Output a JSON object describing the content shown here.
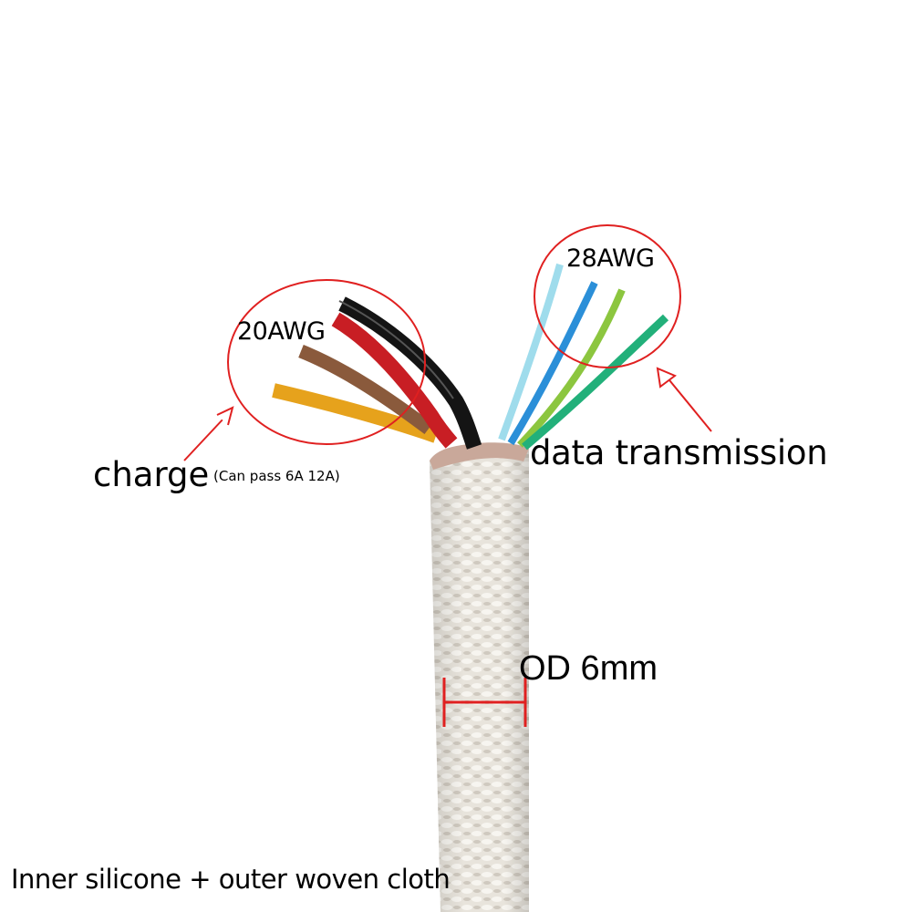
{
  "labels": {
    "charge_gauge": "20AWG",
    "data_gauge": "28AWG",
    "charge": "charge",
    "charge_note": "(Can pass 6A 12A)",
    "data": "data transmission",
    "outer_diameter": "OD 6mm",
    "description": "Inner silicone + outer woven cloth"
  },
  "colors": {
    "annotation_red": "#e02020",
    "charge_wires": [
      "#e6a21c",
      "#8a5a3c",
      "#c81e24",
      "#141414"
    ],
    "data_wires": [
      "#9fdcec",
      "#2b8fd8",
      "#8cc63f",
      "#22b07a"
    ],
    "sheath": "#e6e1d8"
  }
}
